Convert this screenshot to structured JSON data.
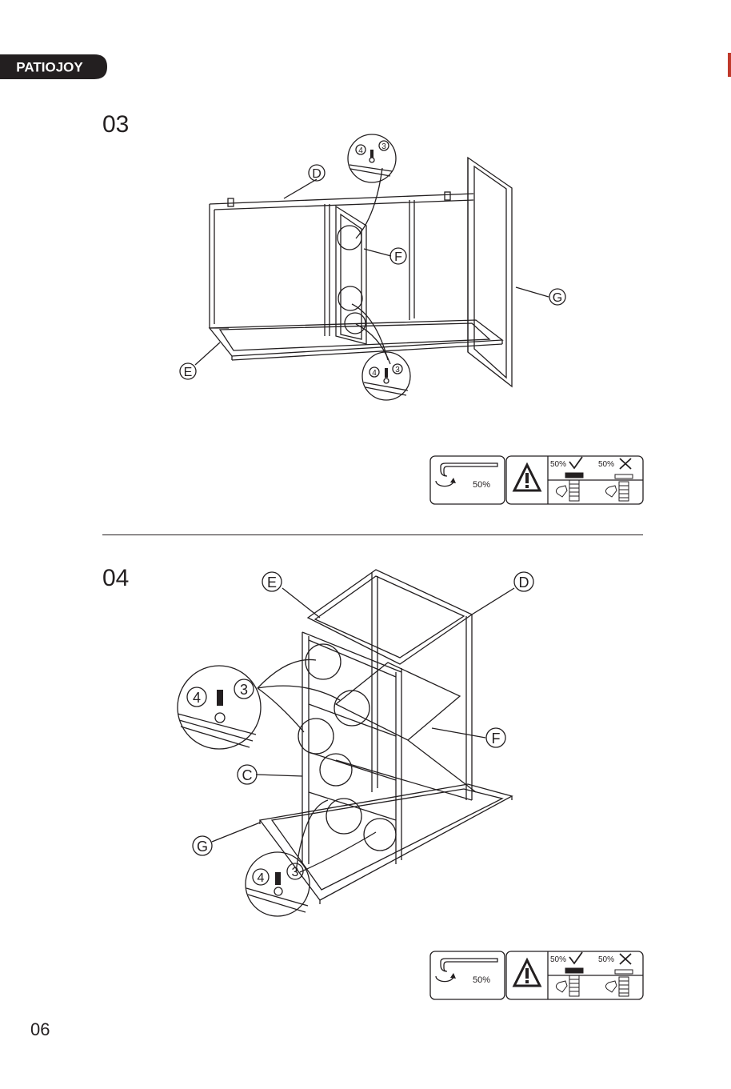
{
  "brand": {
    "name": "PATIOJOY"
  },
  "steps": [
    {
      "number": "03",
      "labels": {
        "d": "D",
        "f": "F",
        "g": "G",
        "e": "E"
      },
      "callouts": {
        "washer": "4",
        "bolt": "3"
      }
    },
    {
      "number": "04",
      "labels": {
        "e": "E",
        "d": "D",
        "f": "F",
        "c": "C",
        "g": "G"
      },
      "callouts": {
        "washer": "4",
        "bolt": "3"
      }
    }
  ],
  "tip": {
    "tighten": "50%",
    "ok": "50%",
    "bad": "50%"
  },
  "icons": {
    "wrench": "allen-key-icon",
    "warning": "warning-icon",
    "check": "check-icon",
    "cross": "cross-icon"
  },
  "page": {
    "number": "06"
  }
}
